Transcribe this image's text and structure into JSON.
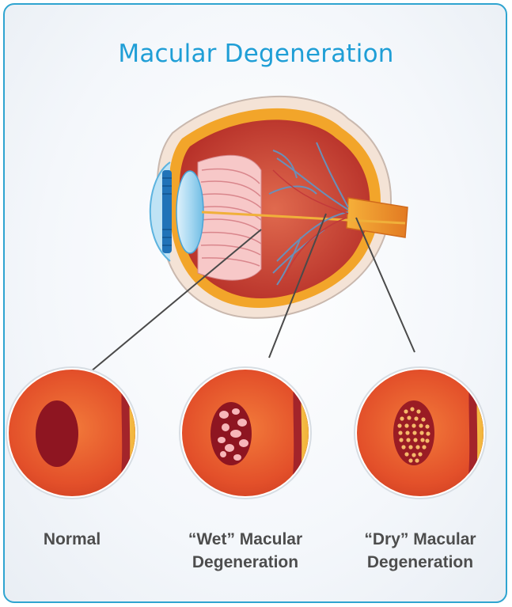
{
  "title": "Macular Degeneration",
  "panels": [
    {
      "name": "normal",
      "lines": [
        "Normal",
        ""
      ]
    },
    {
      "name": "wet",
      "lines": [
        "“Wet” Macular",
        "Degeneration"
      ]
    },
    {
      "name": "dry",
      "lines": [
        "“Dry” Macular",
        "Degeneration"
      ]
    }
  ],
  "colors": {
    "border": "#2fa4d0",
    "title": "#1f9ed6",
    "retina": "#e3502a",
    "macula": "#8e1521",
    "vessel_band": "#a3242a",
    "choroid": "#f3b12c",
    "label": "#4d4d4d"
  },
  "icons": [
    "eye-cross-section",
    "retina-magnifier-circle"
  ]
}
